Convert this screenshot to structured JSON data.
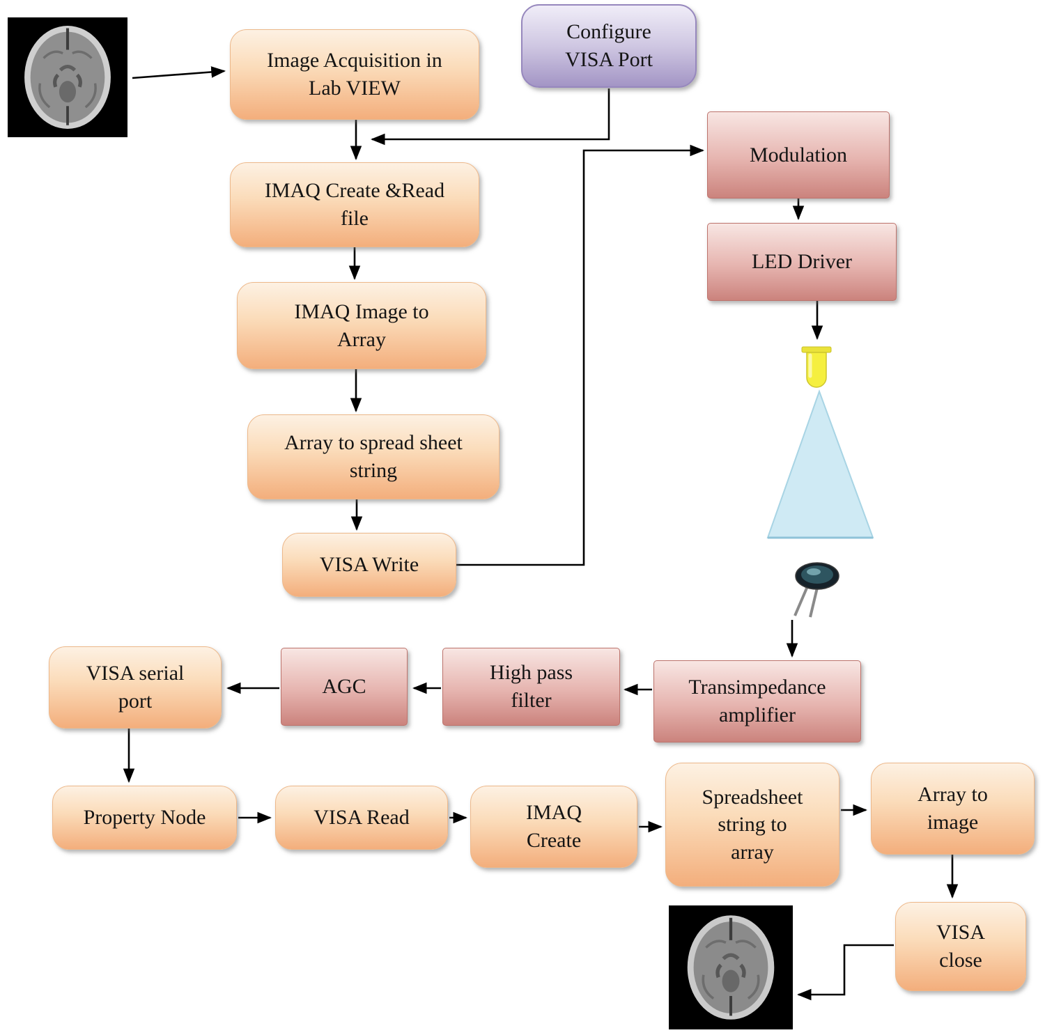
{
  "nodes": {
    "image_acquisition": "Image Acquisition in\nLab VIEW",
    "configure_visa_port": "Configure\nVISA Port",
    "imaq_create_read_file": "IMAQ Create &Read\nfile",
    "imaq_image_to_array": "IMAQ Image to\nArray",
    "array_to_spreadsheet_string": "Array to spread sheet\nstring",
    "visa_write": "VISA Write",
    "modulation": "Modulation",
    "led_driver": "LED Driver",
    "transimpedance_amplifier": "Transimpedance\namplifier",
    "high_pass_filter": "High pass\nfilter",
    "agc": "AGC",
    "visa_serial_port": "VISA serial\nport",
    "property_node": "Property Node",
    "visa_read": "VISA Read",
    "imaq_create": "IMAQ\nCreate",
    "spreadsheet_string_to_array": "Spreadsheet\nstring to\narray",
    "array_to_image": "Array to\nimage",
    "visa_close": "VISA\nclose"
  },
  "icons": {
    "led": "led-icon",
    "light_beam": "light-beam-cone",
    "photodiode": "photodiode-icon",
    "input_image": "brain-mri-input-image",
    "output_image": "brain-mri-output-image"
  },
  "colors": {
    "labview_block": "#f3ae7c",
    "hardware_block": "#cb837d",
    "config_block": "#a395c5",
    "beam": "#cfeaf4",
    "led": "#f2ec3c",
    "arrow": "#000000",
    "background": "#ffffff"
  }
}
